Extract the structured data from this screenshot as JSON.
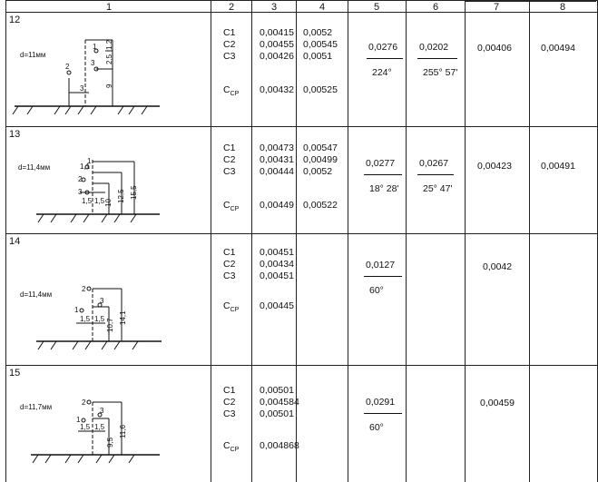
{
  "headers": [
    "1",
    "2",
    "3",
    "4",
    "5",
    "6",
    "7",
    "8"
  ],
  "coef_labels": [
    "C1",
    "C2",
    "C3"
  ],
  "avg_label": {
    "main": "C",
    "sub": "CP"
  },
  "rows": [
    {
      "no": "12",
      "diagram": {
        "d_label": "d=11мм",
        "dims": [
          "1,2",
          "2,5",
          "3",
          "9"
        ],
        "points": [
          "1",
          "2",
          "3"
        ]
      },
      "c3": [
        "0,00415",
        "0,00455",
        "0,00426"
      ],
      "c3_avg": "0,00432",
      "c4": [
        "0,0052",
        "0,00545",
        "0,0051"
      ],
      "c4_avg": "0,00525",
      "c5": {
        "num": "0,0276",
        "den": "224°"
      },
      "c6": {
        "num": "0,0202",
        "den": "255° 57'"
      },
      "c7": "0,00406",
      "c8": "0,00494"
    },
    {
      "no": "13",
      "diagram": {
        "d_label": "d=11,4мм",
        "dims": [
          "1,1",
          "1,5",
          "1,5",
          "10",
          "12,5",
          "15,5"
        ],
        "points": [
          "1",
          "2",
          "3"
        ]
      },
      "c3": [
        "0,00473",
        "0,00431",
        "0,00444"
      ],
      "c3_avg": "0,00449",
      "c4": [
        "0,00547",
        "0,00499",
        "0,0052"
      ],
      "c4_avg": "0,00522",
      "c5": {
        "num": "0,0277",
        "den": "18° 28'"
      },
      "c6": {
        "num": "0,0267",
        "den": "25° 47'"
      },
      "c7": "0,00423",
      "c8": "0,00491"
    },
    {
      "no": "14",
      "diagram": {
        "d_label": "d=11,4мм",
        "dims": [
          "1,5",
          "1,5",
          "10,7",
          "14,1"
        ],
        "points": [
          "1",
          "2",
          "3"
        ]
      },
      "c3": [
        "0,00451",
        "0,00434",
        "0,00451"
      ],
      "c3_avg": "0,00445",
      "c4": [],
      "c4_avg": "",
      "c5": {
        "num": "0,0127",
        "den": "60°"
      },
      "c6": {
        "num": "",
        "den": ""
      },
      "c7": "0,0042",
      "c8": ""
    },
    {
      "no": "15",
      "diagram": {
        "d_label": "d=11,7мм",
        "dims": [
          "1,5",
          "1,5",
          "9,5",
          "11,6"
        ],
        "points": [
          "1",
          "2",
          "3"
        ]
      },
      "c3": [
        "0,00501",
        "0,004584",
        "0,00501"
      ],
      "c3_avg": "0,004868",
      "c4": [],
      "c4_avg": "",
      "c5": {
        "num": "0,0291",
        "den": "60°"
      },
      "c6": {
        "num": "",
        "den": ""
      },
      "c7": "0,00459",
      "c8": ""
    }
  ]
}
